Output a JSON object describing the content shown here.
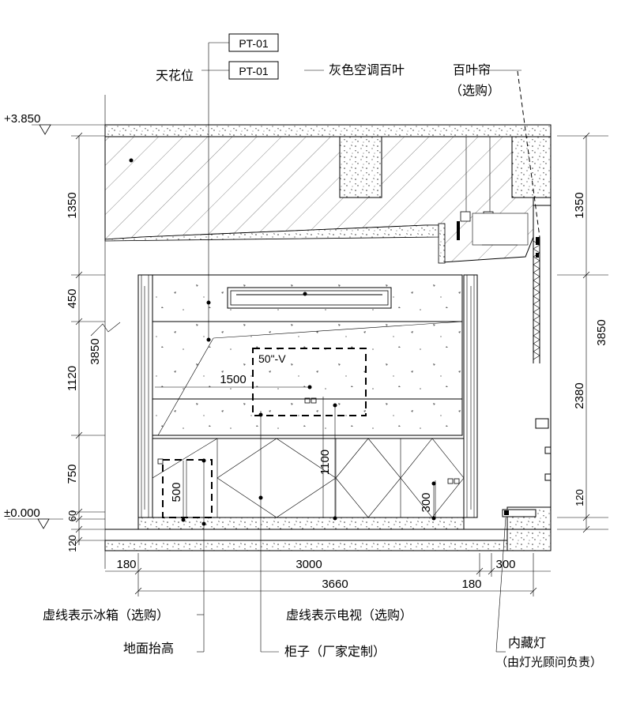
{
  "tags": {
    "tag_top": "PT-01",
    "tag_second": "PT-01"
  },
  "labels": {
    "ceiling": "天花位",
    "ac_louver": "灰色空调百叶",
    "blind_line1": "百叶帘",
    "blind_line2": "（选购）",
    "fridge_note": "虚线表示冰箱（选购）",
    "floor_raise": "地面抬高",
    "tv_note": "虚线表示电视（选购）",
    "cabinet_note": "柜子（厂家定制）",
    "light_line1": "内藏灯",
    "light_line2": "（由灯光顾问负责）",
    "tv_size": "50\"-V"
  },
  "levels": {
    "top": "+3.850",
    "zero": "±0.000"
  },
  "dims": {
    "left": {
      "d1350": "1350",
      "d450": "450",
      "d3850": "3850",
      "d1120": "1120",
      "d750": "750",
      "d60": "60",
      "d120": "120"
    },
    "right": {
      "d1350": "1350",
      "d3850": "3850",
      "d2380": "2380",
      "d120": "120"
    },
    "bottom": {
      "d180a": "180",
      "d3000": "3000",
      "d300": "300",
      "d3660": "3660",
      "d180b": "180"
    },
    "inner": {
      "d1500": "1500",
      "d1100": "1100",
      "d500": "500",
      "d300": "300"
    }
  }
}
